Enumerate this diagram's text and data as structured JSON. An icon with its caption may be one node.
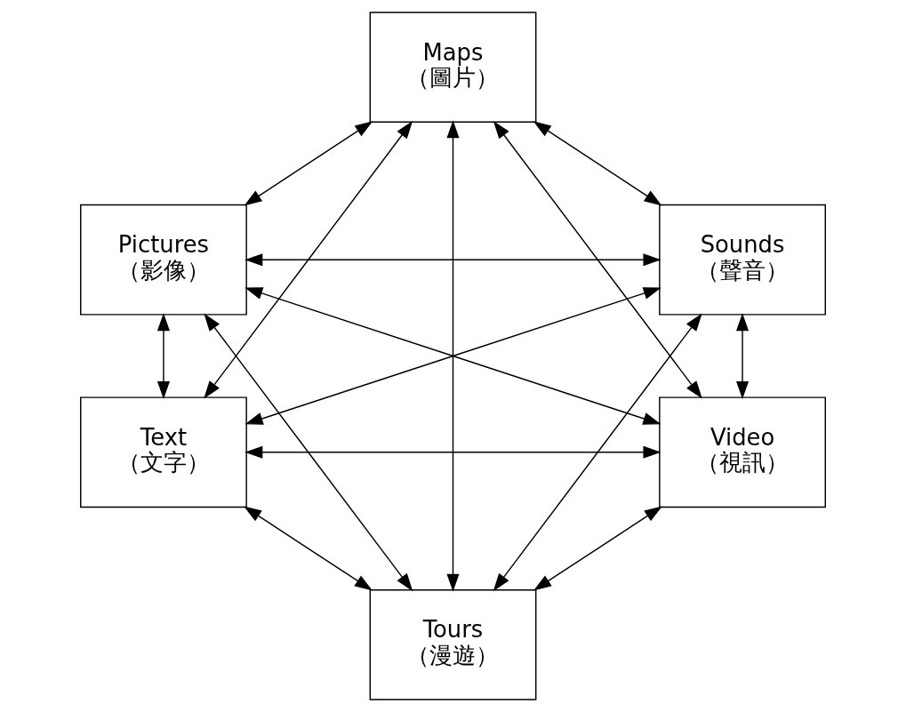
{
  "diagram": {
    "nodes": [
      {
        "text": [
          "Maps",
          "（圖片）"
        ]
      },
      {
        "text": [
          "Pictures",
          "（影像）"
        ]
      },
      {
        "text": [
          "Sounds",
          "（聲音）"
        ]
      },
      {
        "text": [
          "Text",
          "（文字）"
        ]
      },
      {
        "text": [
          "Video",
          "（視訊）"
        ]
      },
      {
        "text": [
          "Tours",
          "（漫遊）"
        ]
      }
    ],
    "edges": [
      {
        "from": 0,
        "to": 1,
        "arrow": "both"
      },
      {
        "from": 0,
        "to": 2,
        "arrow": "both"
      },
      {
        "from": 1,
        "to": 2,
        "arrow": "both"
      },
      {
        "from": 1,
        "to": 3,
        "arrow": "both"
      },
      {
        "from": 2,
        "to": 4,
        "arrow": "both"
      },
      {
        "from": 3,
        "to": 4,
        "arrow": "both"
      },
      {
        "from": 3,
        "to": 5,
        "arrow": "both"
      },
      {
        "from": 4,
        "to": 5,
        "arrow": "both"
      },
      {
        "from": 0,
        "to": 5,
        "arrow": "both"
      },
      {
        "from": 0,
        "to": 3,
        "arrow": "both"
      },
      {
        "from": 0,
        "to": 4,
        "arrow": "both"
      },
      {
        "from": 1,
        "to": 4,
        "arrow": "both"
      },
      {
        "from": 1,
        "to": 5,
        "arrow": "both"
      },
      {
        "from": 2,
        "to": 3,
        "arrow": "both"
      },
      {
        "from": 2,
        "to": 5,
        "arrow": "both"
      }
    ]
  }
}
